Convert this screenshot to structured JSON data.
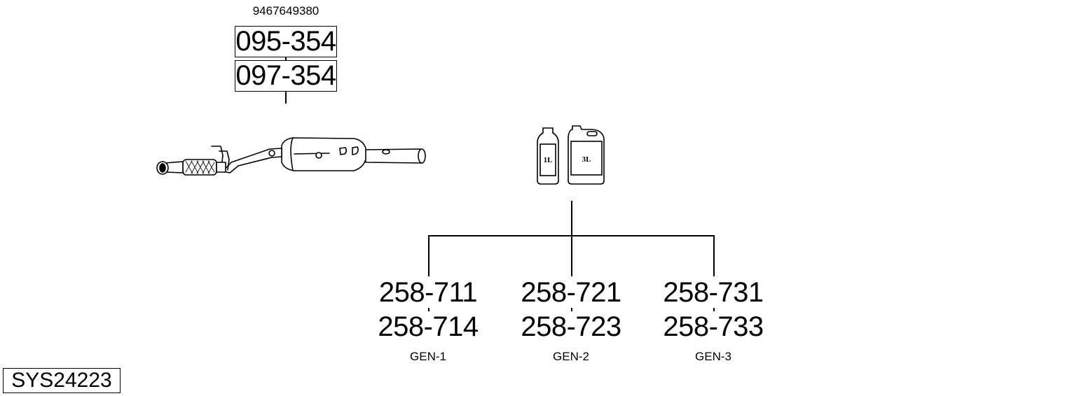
{
  "diagram": {
    "system_code": "SYS24223",
    "main_part": {
      "oem_number": "9467649380",
      "part_numbers": [
        "095-354",
        "097-354"
      ],
      "icon": "exhaust-pipe-with-dpf-icon"
    },
    "additive": {
      "icon": "additive-fluid-containers-icon",
      "containers": [
        {
          "label": "1L"
        },
        {
          "label": "3L"
        }
      ],
      "variants": [
        {
          "part_numbers": [
            "258-711",
            "258-714"
          ],
          "label": "GEN-1"
        },
        {
          "part_numbers": [
            "258-721",
            "258-723"
          ],
          "label": "GEN-2"
        },
        {
          "part_numbers": [
            "258-731",
            "258-733"
          ],
          "label": "GEN-3"
        }
      ]
    }
  }
}
